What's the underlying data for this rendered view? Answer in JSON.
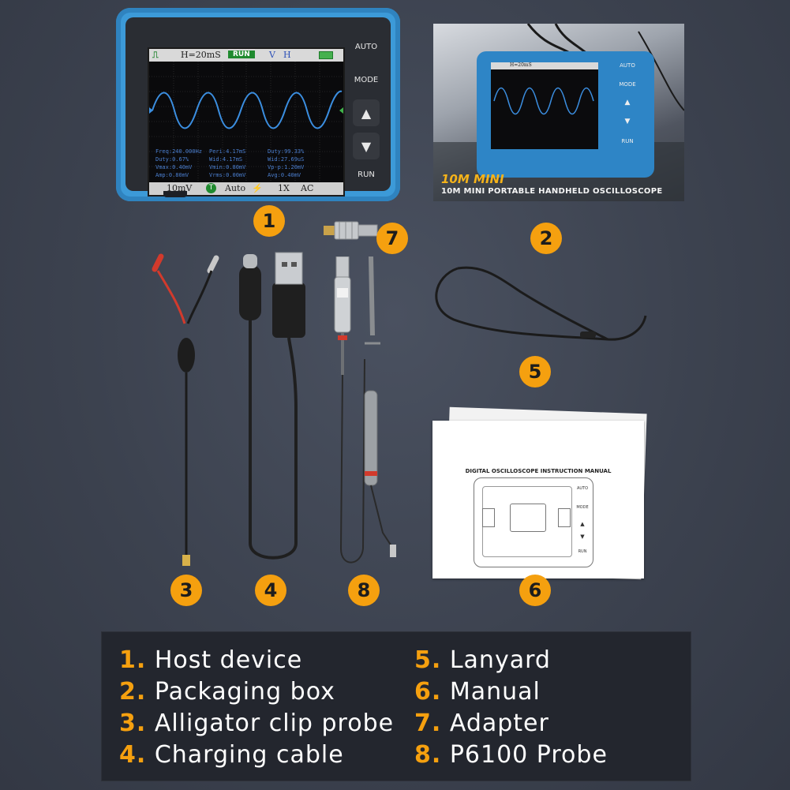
{
  "device": {
    "screen_top": [
      "H=20mS",
      "RUN",
      "V",
      "H"
    ],
    "readouts": [
      [
        "Freq:240.000Hz",
        "Peri:4.17mS",
        "Duty:99.33%"
      ],
      [
        "Duty:0.67%",
        "Wid:4.17mS",
        "Wid:27.69uS"
      ],
      [
        "Vmax:0.40mV",
        "Vmin:0.80mV",
        "Vp-p:1.20mV"
      ],
      [
        "Amp:0.80mV",
        "Vrms:0.00mV",
        "Avg:0.40mV"
      ]
    ],
    "screen_bottom": [
      "10mV",
      "T",
      "Auto",
      "1X",
      "AC"
    ],
    "buttons": [
      "AUTO",
      "MODE",
      "RUN"
    ]
  },
  "packaging": {
    "screen_top": "H=20mS",
    "title": "10M MINI",
    "subtitle": "10M MINI PORTABLE HANDHELD OSCILLOSCOPE",
    "buttons": [
      "AUTO",
      "MODE",
      "RUN"
    ]
  },
  "manual": {
    "title": "DIGITAL OSCILLOSCOPE INSTRUCTION MANUAL",
    "buttons": [
      "AUTO",
      "MODE",
      "RUN"
    ]
  },
  "badges": [
    "1",
    "2",
    "3",
    "4",
    "5",
    "6",
    "7",
    "8"
  ],
  "legend": {
    "left": [
      {
        "num": "1.",
        "label": "Host device"
      },
      {
        "num": "2.",
        "label": "Packaging box"
      },
      {
        "num": "3.",
        "label": "Alligator clip probe"
      },
      {
        "num": "4.",
        "label": "Charging cable"
      }
    ],
    "right": [
      {
        "num": "5.",
        "label": "Lanyard"
      },
      {
        "num": "6.",
        "label": "Manual"
      },
      {
        "num": "7.",
        "label": "Adapter"
      },
      {
        "num": "8.",
        "label": "P6100 Probe"
      }
    ]
  },
  "colors": {
    "accent": "#f5a00f",
    "device_blue": "#3c9ad8",
    "background": "#3c424f",
    "legend_bg": "#23262e"
  }
}
